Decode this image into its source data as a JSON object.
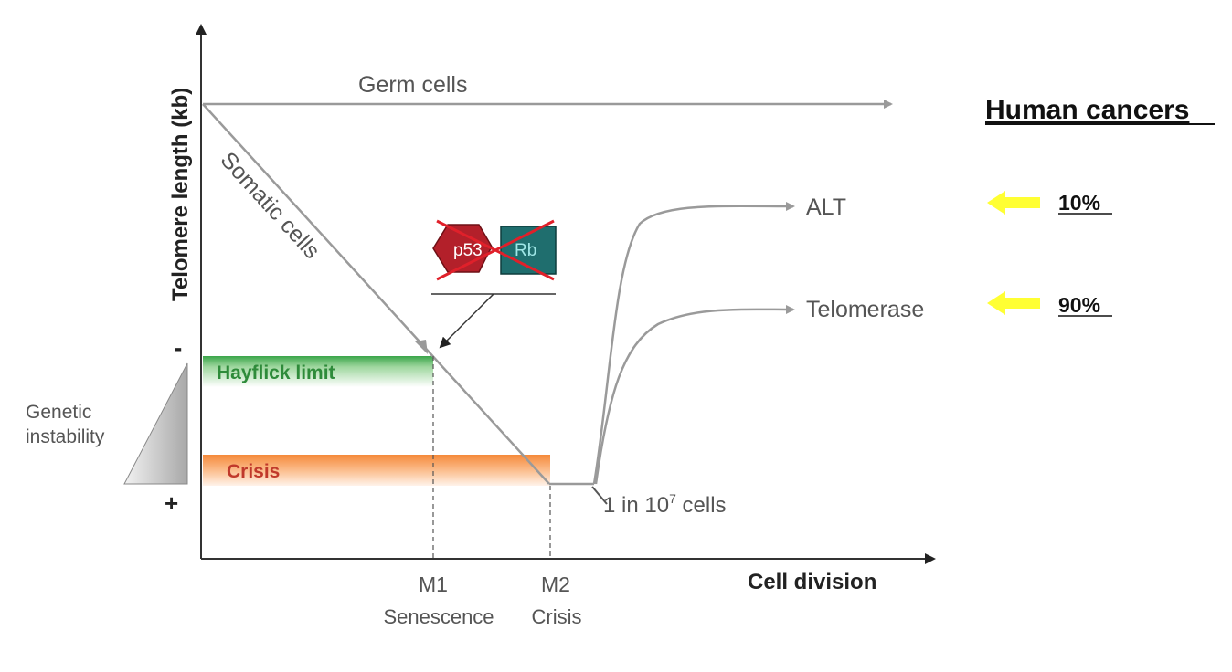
{
  "axes": {
    "y_label": "Telomere length (kb)",
    "x_label": "Cell division",
    "y_top_marker": "-",
    "y_bottom_marker": "+"
  },
  "lines": {
    "germ": "Germ cells",
    "somatic": "Somatic cells",
    "alt": "ALT",
    "telomerase": "Telomerase",
    "rare_event": "1 in 10",
    "rare_event_exp": "7",
    "rare_event_tail": " cells"
  },
  "proteins": {
    "p53": "p53",
    "rb": "Rb"
  },
  "bands": {
    "hayflick": "Hayflick limit",
    "crisis": "Crisis"
  },
  "genetic_instability": {
    "line1": "Genetic",
    "line2": "instability"
  },
  "milestones": [
    {
      "code": "M1",
      "name": "Senescence"
    },
    {
      "code": "M2",
      "name": "Crisis"
    }
  ],
  "human_cancers": {
    "title": "Human cancers",
    "alt_percent": "10%",
    "telomerase_percent": "90%"
  },
  "colors": {
    "axis": "#333333",
    "curve": "#9a9a9a",
    "hayflick_band": "#3aa54a",
    "hayflick_text": "#2e8b3a",
    "crisis_band": "#f58a3a",
    "crisis_text": "#c0392b",
    "p53": "#b3202a",
    "rb": "#1f6e6e",
    "cross": "#e0202a",
    "arrow_yellow": "#ffff33"
  }
}
